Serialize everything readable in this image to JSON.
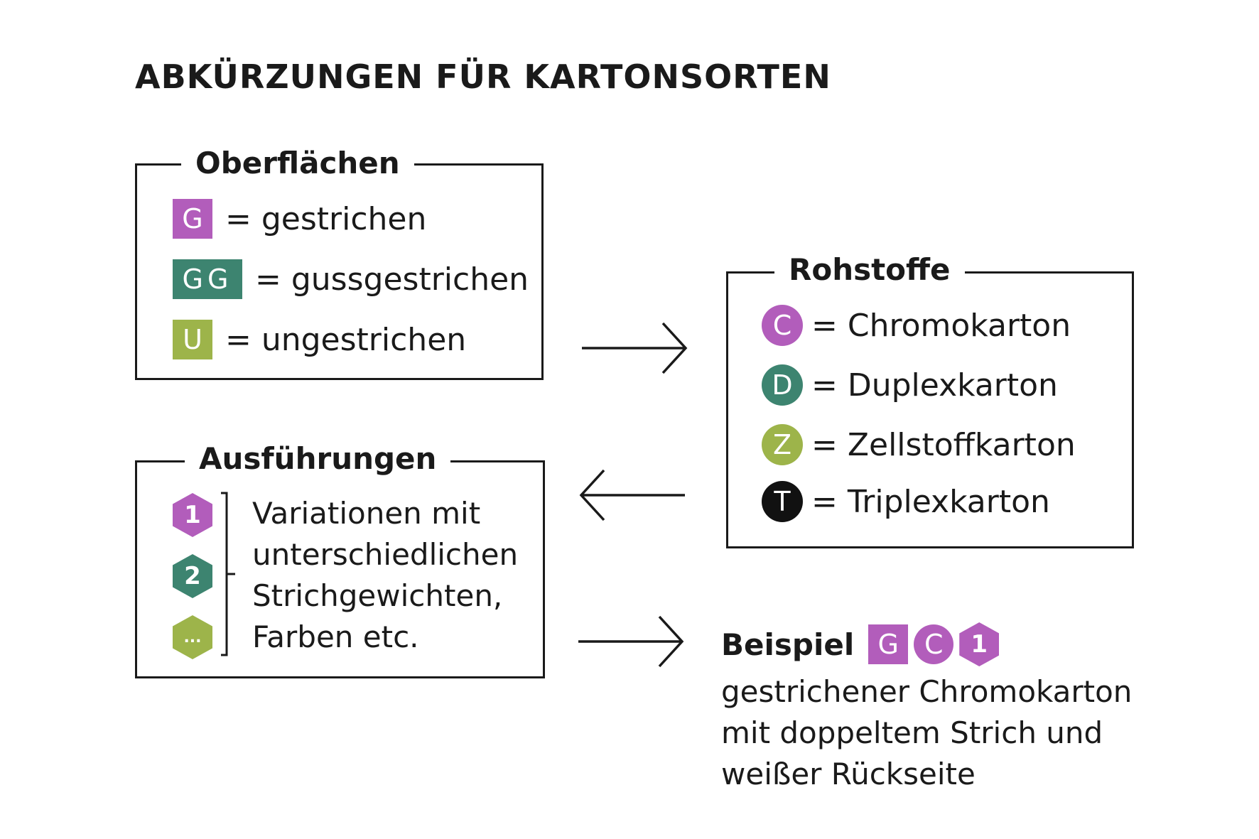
{
  "title": "ABKÜRZUNGEN FÜR KARTONSORTEN",
  "colors": {
    "purple": "#b25dbb",
    "green": "#3d8470",
    "olive": "#9db44a",
    "black": "#111111"
  },
  "surfaces": {
    "title": "Oberflächen",
    "items": [
      {
        "code": "G",
        "label": "= gestrichen",
        "color": "#b25dbb"
      },
      {
        "code": "GG",
        "label": "= gussgestrichen",
        "color": "#3d8470"
      },
      {
        "code": "U",
        "label": "= ungestrichen",
        "color": "#9db44a"
      }
    ]
  },
  "raw_materials": {
    "title": "Rohstoffe",
    "items": [
      {
        "code": "C",
        "label": "= Chromokarton",
        "color": "#b25dbb"
      },
      {
        "code": "D",
        "label": "= Duplexkarton",
        "color": "#3d8470"
      },
      {
        "code": "Z",
        "label": "= Zellstoffkarton",
        "color": "#9db44a"
      },
      {
        "code": "T",
        "label": "= Triplexkarton",
        "color": "#111111"
      }
    ]
  },
  "variants": {
    "title": "Ausführungen",
    "items": [
      {
        "code": "1",
        "color": "#b25dbb"
      },
      {
        "code": "2",
        "color": "#3d8470"
      },
      {
        "code": "...",
        "color": "#9db44a"
      }
    ],
    "description_lines": [
      "Variationen mit",
      "unterschiedlichen",
      "Strichgewichten,",
      "Farben etc."
    ]
  },
  "example": {
    "label": "Beispiel",
    "codes": [
      "G",
      "C",
      "1"
    ],
    "description_lines": [
      "gestrichener Chromokarton",
      "mit doppeltem Strich und",
      "weißer Rückseite"
    ]
  }
}
